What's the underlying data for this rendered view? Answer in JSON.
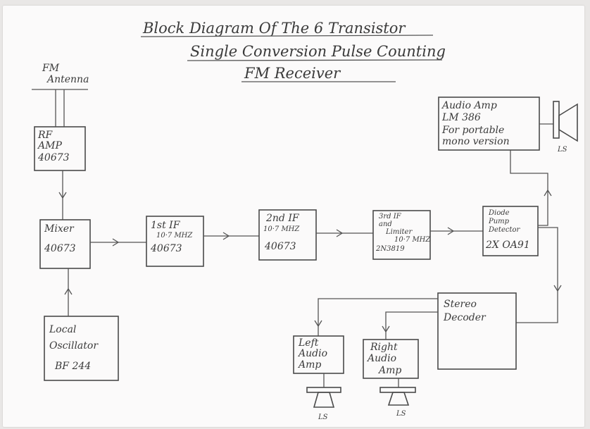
{
  "title": {
    "line1": "Block Diagram Of The 6 Transistor",
    "line2": "Single Conversion Pulse Counting",
    "line3": "FM Receiver"
  },
  "antenna": {
    "line1": "FM",
    "line2": "Antenna"
  },
  "rf_amp": {
    "line1": "RF",
    "line2": "AMP",
    "line3": "40673"
  },
  "mixer": {
    "line1": "Mixer",
    "line2": "40673"
  },
  "local_oscillator": {
    "line1": "Local",
    "line2": "Oscillator",
    "line3": "BF 244"
  },
  "if1": {
    "line1": "1st IF",
    "line2": "10·7 MHZ",
    "line3": "40673"
  },
  "if2": {
    "line1": "2nd IF",
    "line2": "10·7 MHZ",
    "line3": "40673"
  },
  "if3": {
    "line1": "3rd IF",
    "line2": "and",
    "line3": "Limiter",
    "line4": "10·7 MHZ",
    "line5": "2N3819"
  },
  "detector": {
    "line1": "Diode",
    "line2": "Pump",
    "line3": "Detector",
    "line4": "2X OA91"
  },
  "audio_amp": {
    "line1": "Audio Amp",
    "line2": "LM 386",
    "line3": "For portable",
    "line4": "mono version"
  },
  "stereo_decoder": {
    "line1": "Stereo",
    "line2": "Decoder"
  },
  "left_amp": {
    "line1": "Left",
    "line2": "Audio",
    "line3": "Amp"
  },
  "right_amp": {
    "line1": "Right",
    "line2": "Audio",
    "line3": "Amp"
  },
  "speaker_labels": {
    "top": "LS",
    "left": "LS",
    "right": "LS"
  }
}
